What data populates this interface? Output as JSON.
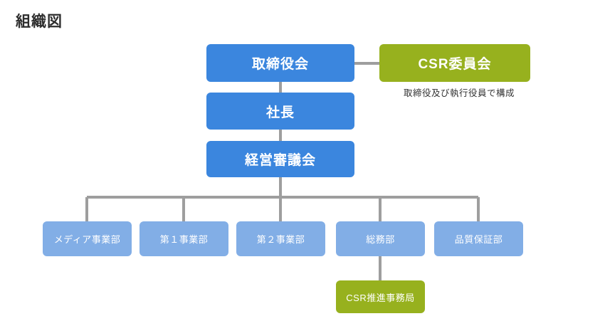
{
  "page": {
    "title": "組織図"
  },
  "colors": {
    "primary_blue": "#3b86de",
    "dept_blue": "#82aee6",
    "accent_green": "#97b11e",
    "connector_gray": "#9e9e9e",
    "title_text": "#2e2e2e",
    "caption_text": "#333333",
    "background": "#ffffff"
  },
  "nodes": {
    "board": {
      "label": "取締役会"
    },
    "csr_committee": {
      "label": "CSR委員会",
      "caption": "取締役及び執行役員で構成"
    },
    "president": {
      "label": "社長"
    },
    "council": {
      "label": "経営審議会"
    },
    "csr_office": {
      "label": "CSR推進事務局"
    }
  },
  "departments": [
    {
      "label": "メディア事業部"
    },
    {
      "label": "第１事業部"
    },
    {
      "label": "第２事業部"
    },
    {
      "label": "総務部"
    },
    {
      "label": "品質保証部"
    }
  ],
  "chart_data": {
    "type": "diagram",
    "title": "組織図",
    "orientation": "top-down",
    "nodes": [
      {
        "id": "board",
        "label": "取締役会",
        "level": 1,
        "color": "#3b86de"
      },
      {
        "id": "csr_committee",
        "label": "CSR委員会",
        "level": 1,
        "color": "#97b11e",
        "note": "取締役及び執行役員で構成"
      },
      {
        "id": "president",
        "label": "社長",
        "level": 2,
        "color": "#3b86de"
      },
      {
        "id": "council",
        "label": "経営審議会",
        "level": 3,
        "color": "#3b86de"
      },
      {
        "id": "dept_media",
        "label": "メディア事業部",
        "level": 4,
        "color": "#82aee6"
      },
      {
        "id": "dept_1",
        "label": "第１事業部",
        "level": 4,
        "color": "#82aee6"
      },
      {
        "id": "dept_2",
        "label": "第２事業部",
        "level": 4,
        "color": "#82aee6"
      },
      {
        "id": "dept_general_affairs",
        "label": "総務部",
        "level": 4,
        "color": "#82aee6"
      },
      {
        "id": "dept_quality",
        "label": "品質保証部",
        "level": 4,
        "color": "#82aee6"
      },
      {
        "id": "csr_office",
        "label": "CSR推進事務局",
        "level": 5,
        "color": "#97b11e"
      }
    ],
    "edges": [
      {
        "from": "board",
        "to": "csr_committee",
        "style": "horizontal"
      },
      {
        "from": "board",
        "to": "president",
        "style": "vertical"
      },
      {
        "from": "president",
        "to": "council",
        "style": "vertical"
      },
      {
        "from": "council",
        "to": "dept_media",
        "style": "branch"
      },
      {
        "from": "council",
        "to": "dept_1",
        "style": "branch"
      },
      {
        "from": "council",
        "to": "dept_2",
        "style": "branch"
      },
      {
        "from": "council",
        "to": "dept_general_affairs",
        "style": "branch"
      },
      {
        "from": "council",
        "to": "dept_quality",
        "style": "branch"
      },
      {
        "from": "dept_general_affairs",
        "to": "csr_office",
        "style": "vertical"
      }
    ]
  }
}
